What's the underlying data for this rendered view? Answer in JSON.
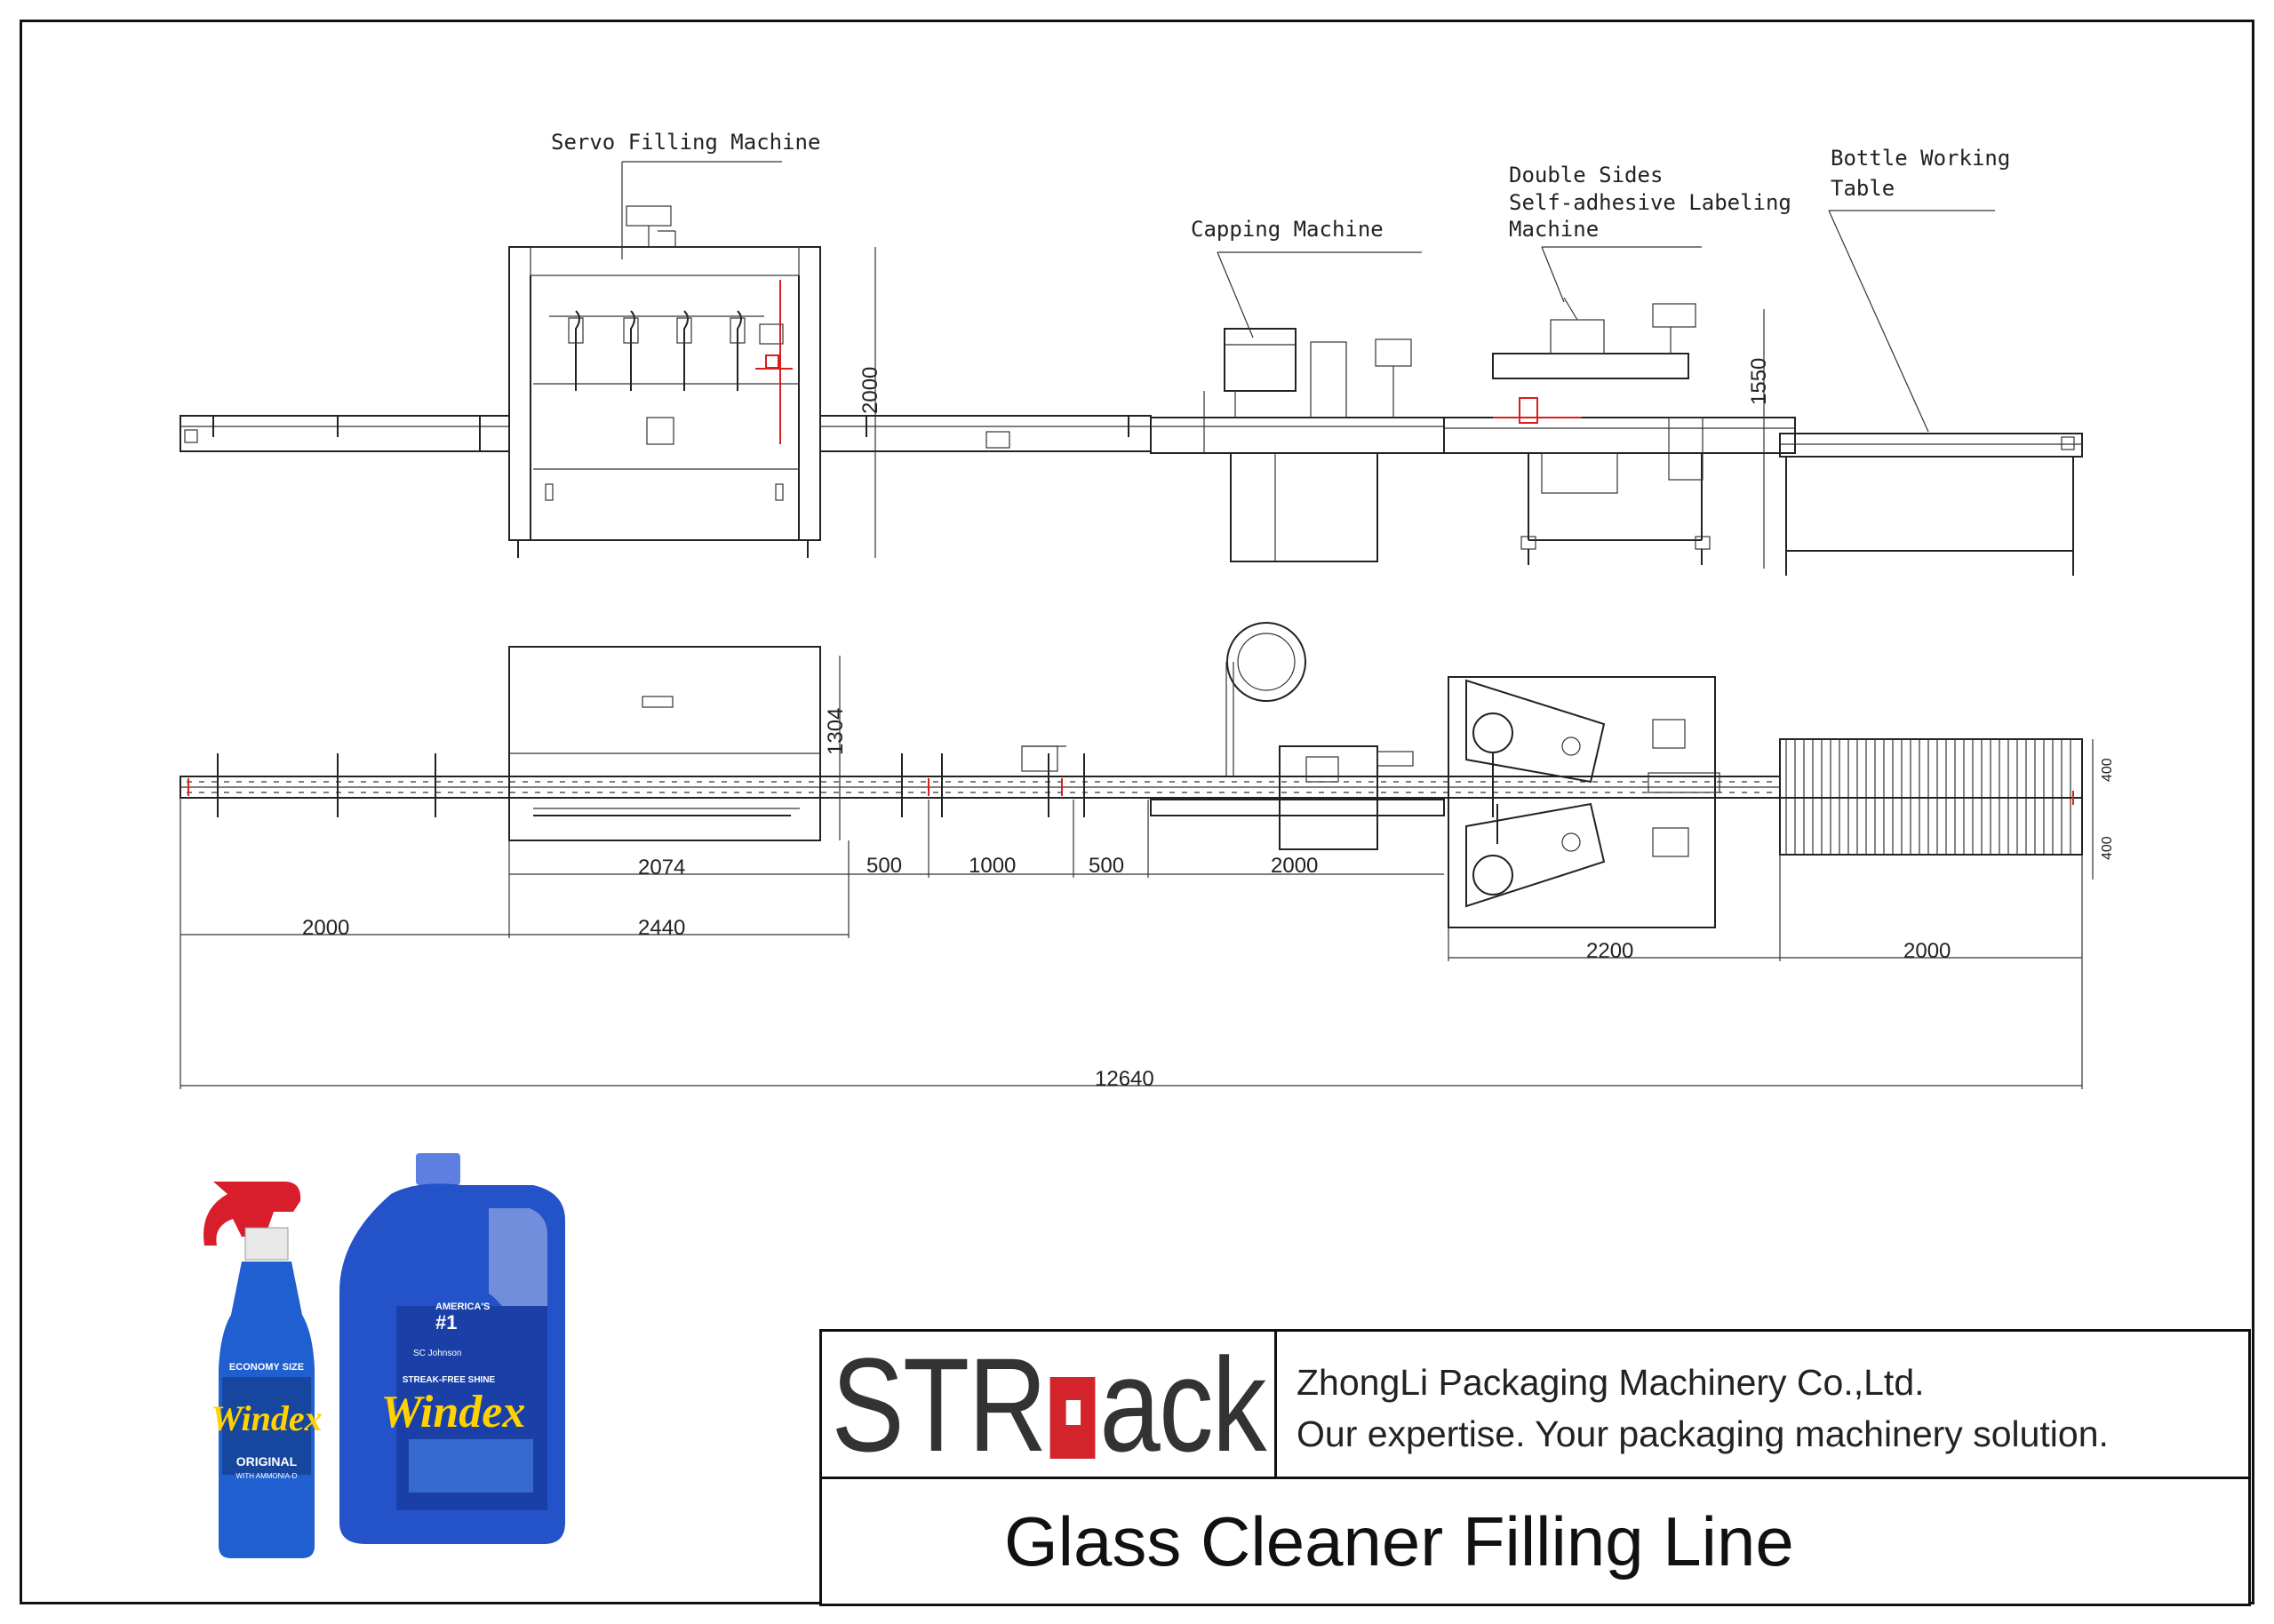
{
  "machines": {
    "servo_filling": "Servo Filling Machine",
    "capping": "Capping Machine",
    "labeling_line1": "Double Sides",
    "labeling_line2": "Self-adhesive Labeling",
    "labeling_line3": "Machine",
    "working_table_line1": "Bottle Working",
    "working_table_line2": "Table"
  },
  "dimensions": {
    "filler_height": "2000",
    "labeler_height": "1550",
    "filler_depth": "1304",
    "filler_frame": "2074",
    "gap1": "500",
    "gap2": "1000",
    "gap3": "500",
    "capper_length": "2000",
    "infeed": "2000",
    "filler_total": "2440",
    "labeler_length": "2200",
    "table_length": "2000",
    "table_width_a": "400",
    "table_width_b": "400",
    "overall_length": "12640"
  },
  "products": {
    "spray_bottle": {
      "brand": "Windex",
      "badge": "ECONOMY SIZE",
      "variant": "ORIGINAL",
      "variant_sub": "WITH AMMONIA-D"
    },
    "jug": {
      "brand": "Windex",
      "claim1": "AMERICA'S",
      "claim2": "#1",
      "maker": "SC Johnson",
      "tagline": "STREAK-FREE SHINE"
    }
  },
  "title_block": {
    "logo": {
      "part1": "STR",
      "part2": "ack"
    },
    "company": "ZhongLi Packaging Machinery Co.,Ltd.",
    "slogan": "Our expertise. Your packaging machinery solution.",
    "title": "Glass Cleaner Filling Line"
  },
  "colors": {
    "line": "#222222",
    "accent_red": "#d81e1e",
    "logo_red": "#d3242b",
    "windex_blue": "#1f5fd0",
    "trigger_red": "#d81e2a"
  }
}
